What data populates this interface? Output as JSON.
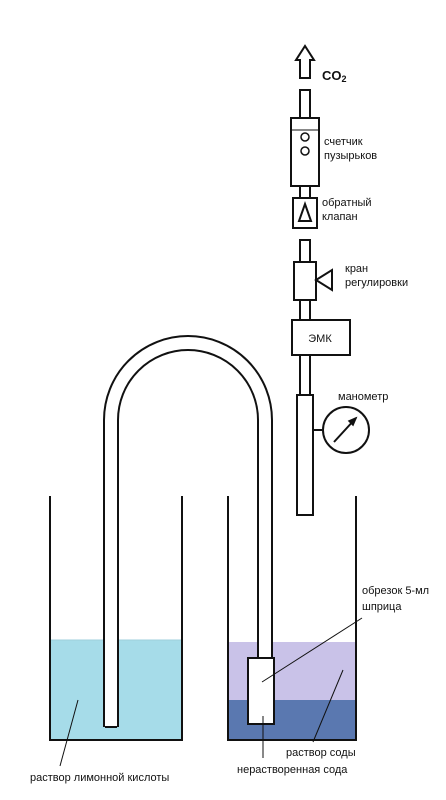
{
  "labels": {
    "co2_main": "CO",
    "co2_sub": "2",
    "bubble_counter": [
      "счетчик",
      "пузырьков"
    ],
    "check_valve": [
      "обратный",
      "клапан"
    ],
    "regulating_valve": [
      "кран",
      "регулировки"
    ],
    "solenoid": "ЭМК",
    "manometer": "манометр",
    "syringe": [
      "обрезок 5-мл",
      "шприца"
    ],
    "citric_solution": "раствор лимонной кислоты",
    "soda_solution": "раствор соды",
    "undissolved_soda": "нерастворенная сода"
  },
  "colors": {
    "citric_liquid": "#a6dce9",
    "soda_solution": "#c9c2e8",
    "undissolved_soda": "#5a78b0",
    "line": "#111111"
  },
  "icons": {
    "gauge": "gauge-icon",
    "check_valve": "triangle-icon",
    "regulating_valve": "valve-handle-icon",
    "outlet_arrow": "arrow-up-icon"
  }
}
